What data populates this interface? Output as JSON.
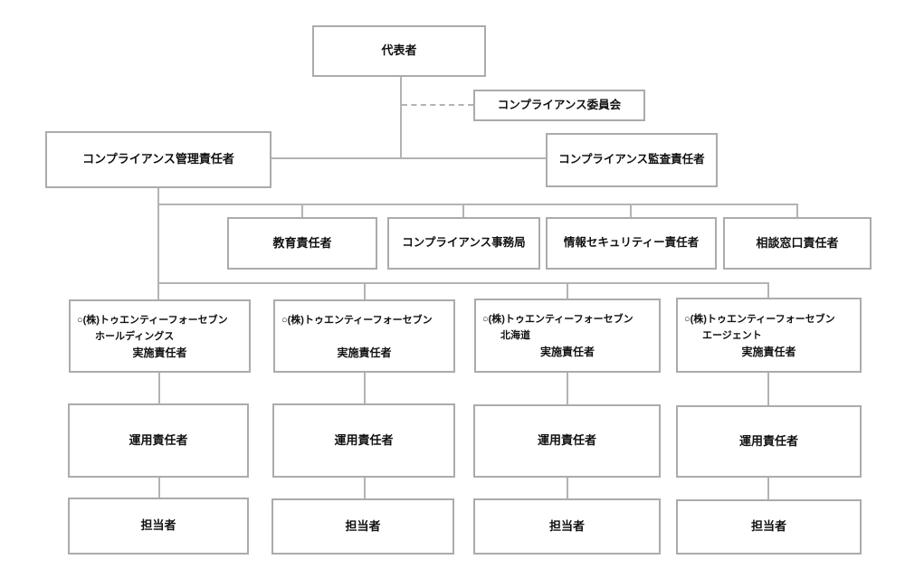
{
  "org_chart": {
    "nodes": {
      "representative": "代表者",
      "committee": "コンプライアンス委員会",
      "manager": "コンプライアンス管理責任者",
      "auditor": "コンプライアンス監査責任者",
      "education": "教育責任者",
      "office": "コンプライアンス事務局",
      "security": "情報セキュリティー責任者",
      "consultation": "相談窓口責任者",
      "companies": [
        {
          "company": "○(株)トゥエンティーフォーセブン",
          "division": "ホールディングス",
          "role": "実施責任者"
        },
        {
          "company": "○(株)トゥエンティーフォーセブン",
          "division": "",
          "role": "実施責任者"
        },
        {
          "company": "○(株)トゥエンティーフォーセブン",
          "division": "北海道",
          "role": "実施責任者"
        },
        {
          "company": "○(株)トゥエンティーフォーセブン",
          "division": "エージェント",
          "role": "実施責任者"
        }
      ],
      "operation": "運用責任者",
      "staff": "担当者"
    },
    "colors": {
      "border": "#ababab",
      "connector": "#b3b3b3",
      "text": "#111111",
      "background": "#ffffff"
    }
  }
}
